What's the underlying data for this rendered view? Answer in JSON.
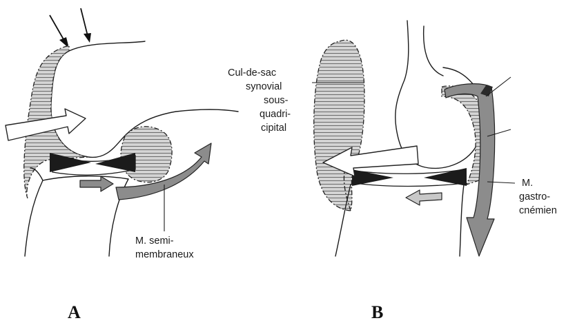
{
  "panels": [
    {
      "letter": "A",
      "labels": {
        "muscle": [
          "M. semi-",
          "membraneux"
        ]
      }
    },
    {
      "letter": "B",
      "labels": {
        "bursa": [
          "Cul-de-sac",
          "synovial",
          "sous-",
          "quadri-",
          "cipital"
        ],
        "muscle": [
          "M.",
          "gastro-",
          "cnémien"
        ]
      }
    }
  ],
  "colors": {
    "hatch_fill": "#d4d4d4",
    "meniscus": "#1b1b1b",
    "arrow_dark": "#8c8c8c",
    "arrow_light": "#c8c8c8"
  }
}
